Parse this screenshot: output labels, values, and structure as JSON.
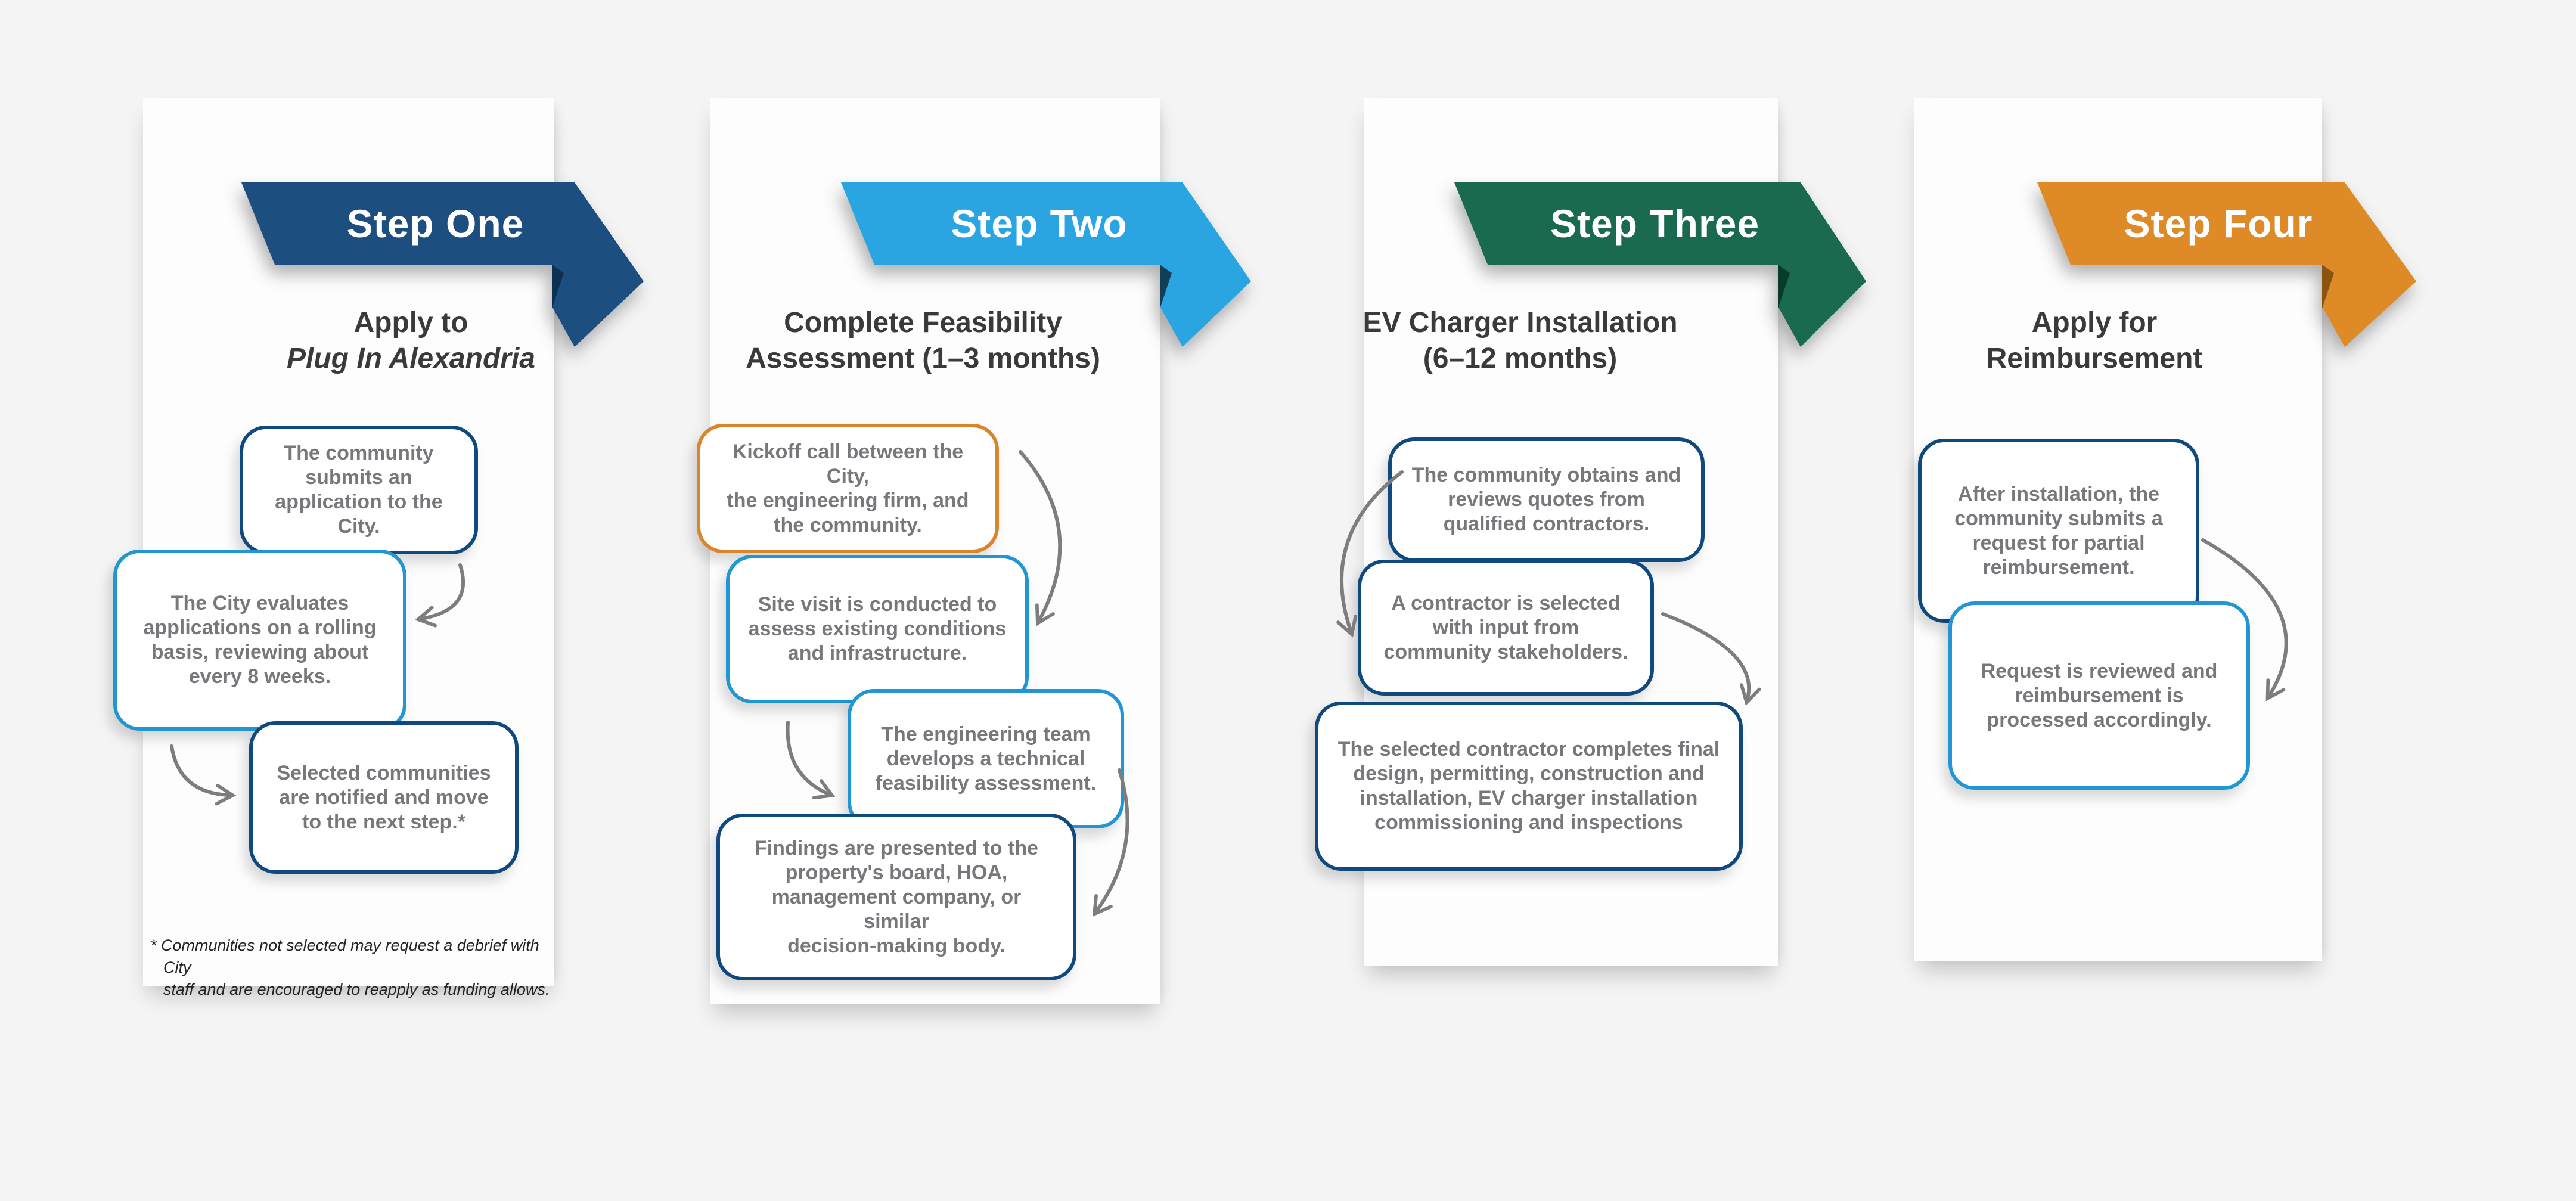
{
  "page": {
    "background": "#f4f4f5",
    "panel_color": "#fdfdfd"
  },
  "steps": [
    {
      "banner_label": "Step One",
      "color": "#1d4e80",
      "fold_color": "#0c2f54",
      "title_line1": "Apply to",
      "title_line2": "Plug In Alexandria",
      "boxes": [
        {
          "text": "The community\nsubmits an\napplication to the City.",
          "border_color": "#0f497d"
        },
        {
          "text": "The City evaluates\napplications on a rolling\nbasis, reviewing about\nevery 8 weeks.",
          "border_color": "#2196d5"
        },
        {
          "text": "Selected communities\nare notified and move\nto the next step.*",
          "border_color": "#0f497d"
        }
      ],
      "footnote": "* Communities not selected may request a debrief with City\nstaff and are encouraged to reapply as funding allows."
    },
    {
      "banner_label": "Step Two",
      "color": "#2aa5e1",
      "fold_color": "#123e57",
      "title_line1": "Complete Feasibility",
      "title_line2": "Assessment (1–3 months)",
      "boxes": [
        {
          "text": "Kickoff call between the City,\nthe engineering firm, and\nthe community.",
          "border_color": "#d8852e"
        },
        {
          "text": "Site visit is conducted to\nassess existing conditions\nand infrastructure.",
          "border_color": "#2196d5"
        },
        {
          "text": "The engineering team\ndevelops a technical\nfeasibility assessment.",
          "border_color": "#2196d5"
        },
        {
          "text": "Findings are presented to the\nproperty's board, HOA,\nmanagement company, or similar\ndecision-making body.",
          "border_color": "#0f497d"
        }
      ]
    },
    {
      "banner_label": "Step Three",
      "color": "#1a6a4f",
      "fold_color": "#073c2c",
      "title_line1": "EV Charger Installation",
      "title_line2": "(6–12 months)",
      "boxes": [
        {
          "text": "The community obtains and\nreviews quotes from\nqualified contractors.",
          "border_color": "#0f497d"
        },
        {
          "text": "A contractor is selected\nwith input from\ncommunity stakeholders.",
          "border_color": "#0f497d"
        },
        {
          "text": "The selected contractor completes final\ndesign, permitting, construction and\ninstallation, EV charger installation\ncommissioning and inspections",
          "border_color": "#0f497d"
        }
      ]
    },
    {
      "banner_label": "Step Four",
      "color": "#dd8a27",
      "fold_color": "#8a5310",
      "title_line1": "Apply for",
      "title_line2": "Reimbursement",
      "boxes": [
        {
          "text": "After installation, the\ncommunity submits a\nrequest for partial\nreimbursement.",
          "border_color": "#0f497d"
        },
        {
          "text": "Request is reviewed and\nreimbursement is\nprocessed accordingly.",
          "border_color": "#2196d5"
        }
      ]
    }
  ]
}
